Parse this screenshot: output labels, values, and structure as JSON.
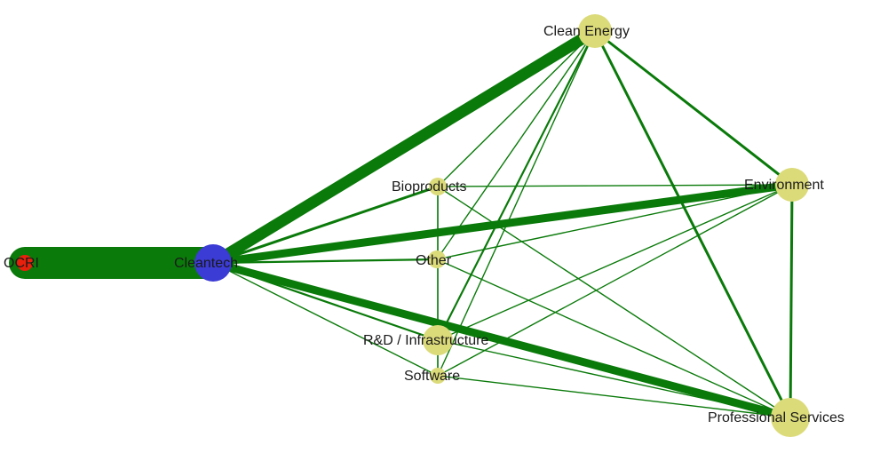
{
  "graph": {
    "nodes": [
      {
        "id": "ocri",
        "label": "OCRI",
        "color": "#e8200c"
      },
      {
        "id": "cleantech",
        "label": "Cleantech",
        "color": "#3b3bd6"
      },
      {
        "id": "clean-energy",
        "label": "Clean Energy",
        "color": "#dcdb7a"
      },
      {
        "id": "environment",
        "label": "Environment",
        "color": "#dcdb7a"
      },
      {
        "id": "bioproducts",
        "label": "Bioproducts",
        "color": "#dcdb7a"
      },
      {
        "id": "other",
        "label": "Other",
        "color": "#dcdb7a"
      },
      {
        "id": "rd-infrastructure",
        "label": "R&D / Infrastructure",
        "color": "#dcdb7a"
      },
      {
        "id": "software",
        "label": "Software",
        "color": "#dcdb7a"
      },
      {
        "id": "professional-services",
        "label": "Professional Services",
        "color": "#dcdb7a"
      }
    ],
    "edge_color": "#0a7a0a",
    "edges": [
      {
        "from": "ocri",
        "to": "cleantech",
        "weight": 10
      },
      {
        "from": "cleantech",
        "to": "clean-energy",
        "weight": 7
      },
      {
        "from": "cleantech",
        "to": "environment",
        "weight": 5
      },
      {
        "from": "cleantech",
        "to": "professional-services",
        "weight": 5
      },
      {
        "from": "cleantech",
        "to": "bioproducts",
        "weight": 2
      },
      {
        "from": "cleantech",
        "to": "other",
        "weight": 1.5
      },
      {
        "from": "cleantech",
        "to": "rd-infrastructure",
        "weight": 1.5
      },
      {
        "from": "cleantech",
        "to": "software",
        "weight": 1
      },
      {
        "from": "clean-energy",
        "to": "environment",
        "weight": 2
      },
      {
        "from": "clean-energy",
        "to": "professional-services",
        "weight": 2
      },
      {
        "from": "clean-energy",
        "to": "bioproducts",
        "weight": 1
      },
      {
        "from": "clean-energy",
        "to": "other",
        "weight": 1
      },
      {
        "from": "clean-energy",
        "to": "rd-infrastructure",
        "weight": 1.5
      },
      {
        "from": "clean-energy",
        "to": "software",
        "weight": 1
      },
      {
        "from": "environment",
        "to": "professional-services",
        "weight": 2
      },
      {
        "from": "environment",
        "to": "bioproducts",
        "weight": 1
      },
      {
        "from": "environment",
        "to": "other",
        "weight": 1
      },
      {
        "from": "environment",
        "to": "rd-infrastructure",
        "weight": 1
      },
      {
        "from": "environment",
        "to": "software",
        "weight": 1
      },
      {
        "from": "professional-services",
        "to": "bioproducts",
        "weight": 1
      },
      {
        "from": "professional-services",
        "to": "other",
        "weight": 1
      },
      {
        "from": "professional-services",
        "to": "rd-infrastructure",
        "weight": 1
      },
      {
        "from": "professional-services",
        "to": "software",
        "weight": 1
      },
      {
        "from": "bioproducts",
        "to": "rd-infrastructure",
        "weight": 1
      },
      {
        "from": "bioproducts",
        "to": "software",
        "weight": 1
      },
      {
        "from": "rd-infrastructure",
        "to": "software",
        "weight": 1
      }
    ]
  }
}
